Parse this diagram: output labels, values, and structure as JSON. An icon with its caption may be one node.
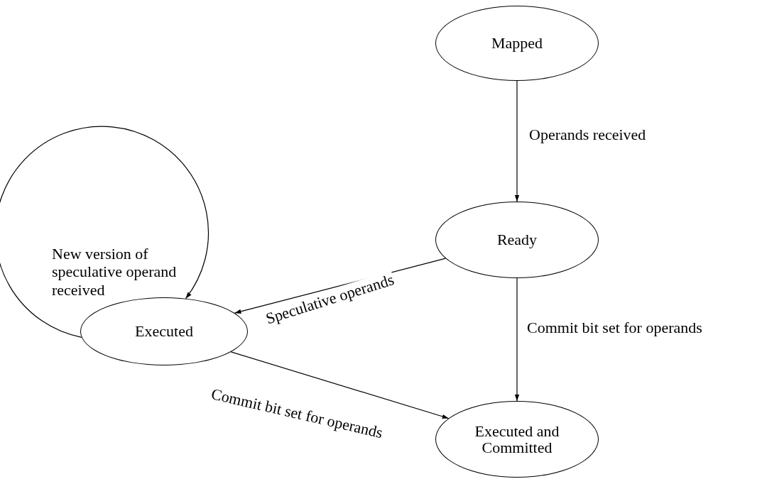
{
  "diagram": {
    "nodes": [
      {
        "text": [
          "Mapped"
        ]
      },
      {
        "text": [
          "Ready"
        ]
      },
      {
        "text": [
          "Executed"
        ]
      },
      {
        "text": [
          "Executed and Committed"
        ]
      }
    ],
    "edges": [
      {
        "from": 0,
        "to": 1,
        "arrow": "to",
        "label": "Operands received"
      },
      {
        "from": 1,
        "to": 2,
        "arrow": "to",
        "label": "Speculative operands"
      },
      {
        "from": 2,
        "to": 2,
        "arrow": "to",
        "label": "New version of speculative operand received"
      },
      {
        "from": 1,
        "to": 3,
        "arrow": "to",
        "label": "Commit bit set for operands"
      },
      {
        "from": 2,
        "to": 3,
        "arrow": "to",
        "label": "Commit bit set for operands"
      }
    ]
  }
}
